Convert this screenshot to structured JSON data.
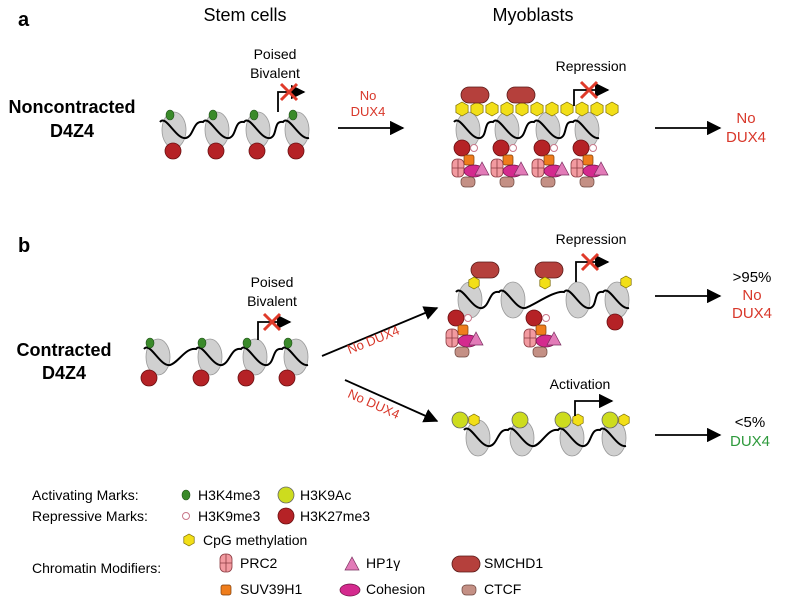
{
  "panels": {
    "a": {
      "letter": "a",
      "col_stem": "Stem cells",
      "col_myo": "Myoblasts",
      "row_label_1": "Noncontracted",
      "row_label_2": "D4Z4",
      "poised_1": "Poised",
      "poised_2": "Bivalent",
      "arrow_label_1": "No",
      "arrow_label_2": "DUX4",
      "repression": "Repression",
      "outcome_1": "No",
      "outcome_2": "DUX4"
    },
    "b": {
      "letter": "b",
      "row_label_1": "Contracted",
      "row_label_2": "D4Z4",
      "poised_1": "Poised",
      "poised_2": "Bivalent",
      "branch_up": "No DUX4",
      "branch_down": "No DUX4",
      "repression": "Repression",
      "activation": "Activation",
      "upper_pct": ">95%",
      "upper_out_1": "No",
      "upper_out_2": "DUX4",
      "lower_pct": "<5%",
      "lower_out": "DUX4"
    }
  },
  "legend": {
    "activating_label": "Activating Marks:",
    "repressive_label": "Repressive Marks:",
    "modifiers_label": "Chromatin Modifiers:",
    "h3k4me3": "H3K4me3",
    "h3k9ac": "H3K9Ac",
    "h3k9me3": "H3K9me3",
    "h3k27me3": "H3K27me3",
    "cpg": "CpG methylation",
    "prc2": "PRC2",
    "hp1g": "HP1γ",
    "smchd1": "SMCHD1",
    "suv39h1": "SUV39H1",
    "cohesion": "Cohesion",
    "ctcf": "CTCF"
  },
  "colors": {
    "red_text": "#d8372a",
    "green_text": "#2e9a3c",
    "nucleosome": "#d0d0d0",
    "h3k4me3": "#3a8a2a",
    "h3k9ac": "#cddc1e",
    "h3k27me3": "#b52226",
    "cpg": "#f2df18",
    "prc2": "#f29aa0",
    "hp1g": "#e27bb8",
    "smchd1": "#b5403c",
    "suv39h1": "#ef7d1c",
    "cohesion": "#d42a8e",
    "ctcf": "#c49085"
  }
}
